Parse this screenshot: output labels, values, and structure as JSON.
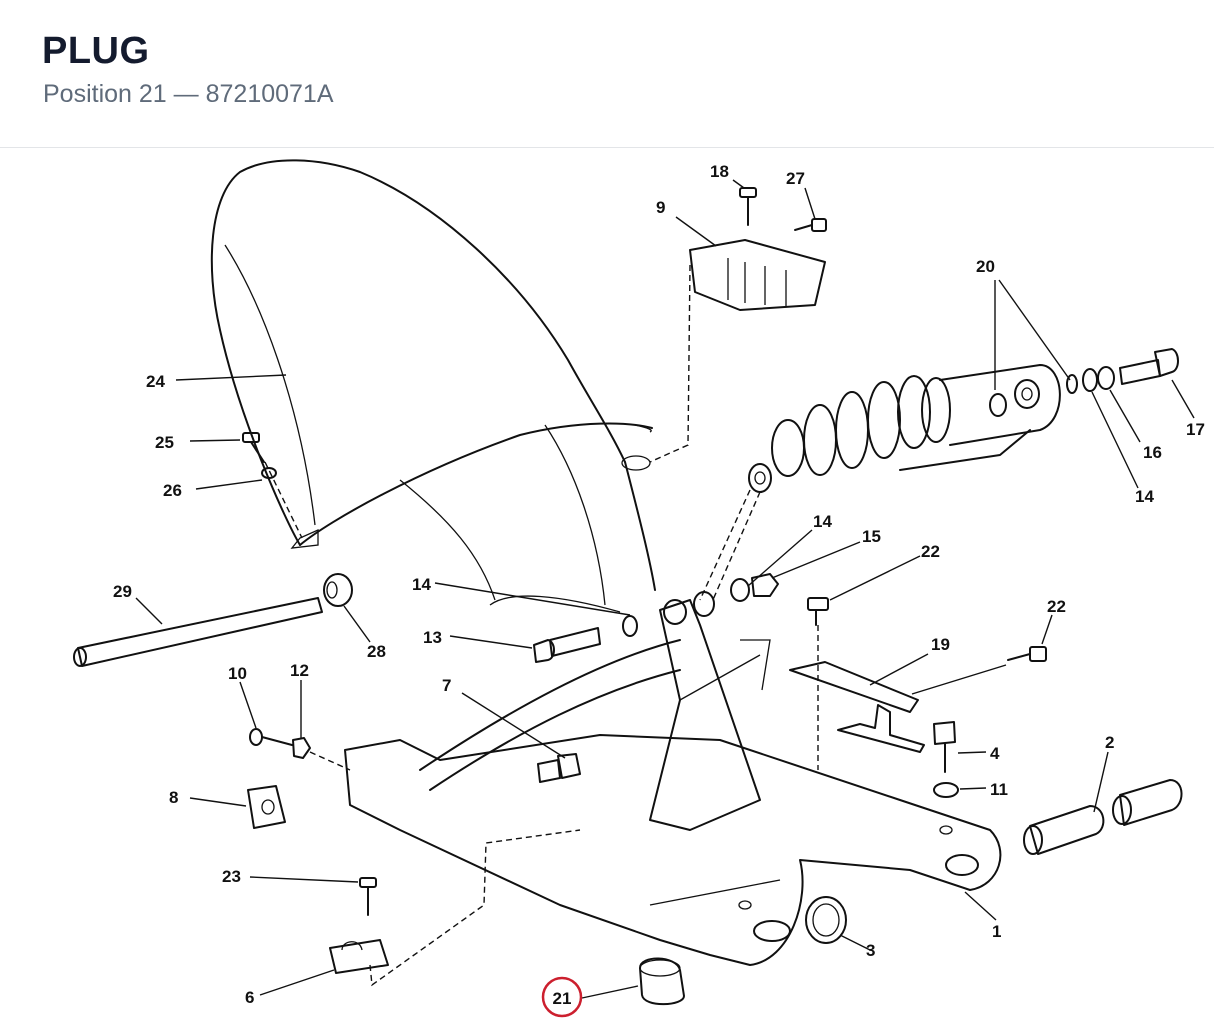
{
  "header": {
    "title": "PLUG",
    "position_label": "Position 21",
    "separator": "—",
    "part_number": "87210071A"
  },
  "diagram": {
    "highlighted_callout": "21",
    "highlight_color": "#cc1f2e",
    "callouts": {
      "c1": "1",
      "c2": "2",
      "c3": "3",
      "c4": "4",
      "c6": "6",
      "c7": "7",
      "c8": "8",
      "c9": "9",
      "c10": "10",
      "c11": "11",
      "c12": "12",
      "c13": "13",
      "c14a": "14",
      "c14b": "14",
      "c14c": "14",
      "c15": "15",
      "c16": "16",
      "c17": "17",
      "c18": "18",
      "c19": "19",
      "c20": "20",
      "c21": "21",
      "c22a": "22",
      "c22b": "22",
      "c23": "23",
      "c24": "24",
      "c25": "25",
      "c26": "26",
      "c27": "27",
      "c28": "28",
      "c29": "29"
    }
  }
}
